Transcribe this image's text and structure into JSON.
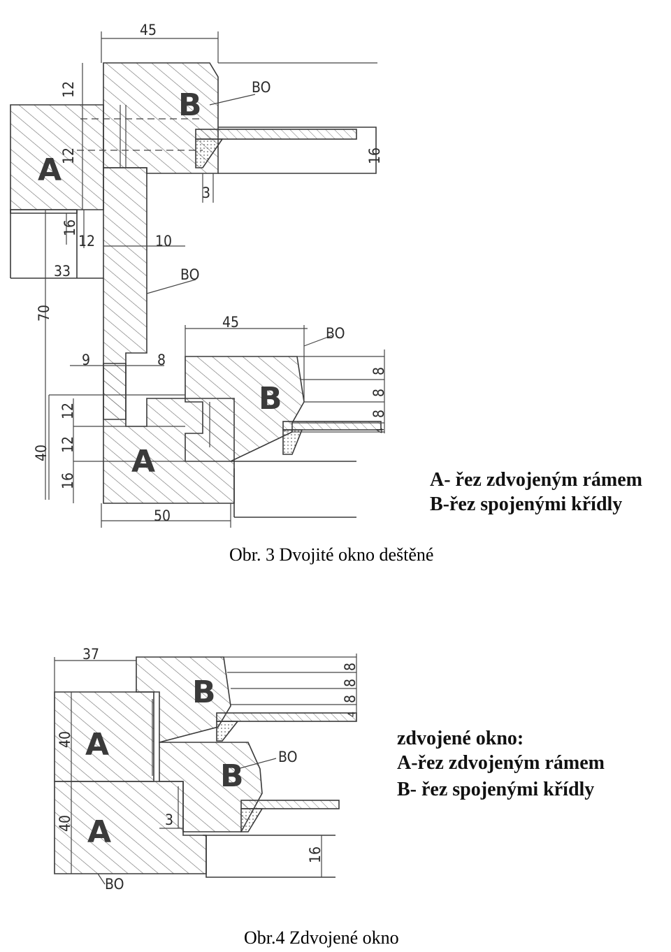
{
  "fig3": {
    "caption": "Obr. 3 Dvojité okno deštěné",
    "legend": [
      "A- řez zdvojeným rámem",
      "B-řez spojenými křídly"
    ],
    "regions": {
      "a_upper": "A",
      "b_upper": "B",
      "a_lower": "A",
      "b_lower": "B"
    },
    "dims": {
      "top_45": "45",
      "left_12a": "12",
      "left_12b": "12",
      "right_16": "16",
      "small_3": "3",
      "left_16": "16",
      "left_12c": "12",
      "d_10": "10",
      "d_33": "33",
      "d_70": "70",
      "lower_45": "45",
      "d_9": "9",
      "d_8": "8",
      "right_8a": "8",
      "right_8b": "8",
      "right_8c": "8",
      "right_4": "4",
      "left_40": "40",
      "lower_12a": "12",
      "lower_12b": "12",
      "lower_16": "16",
      "bottom_50": "50"
    },
    "bo_labels": [
      "BO",
      "BO",
      "BO"
    ]
  },
  "fig4": {
    "caption": "Obr.4 Zdvojené okno",
    "legend": [
      "zdvojené okno:",
      "A-řez zdvojeným rámem",
      "B- řez spojenými křídly"
    ],
    "regions": {
      "a_upper": "A",
      "b_upper": "B",
      "a_lower": "A",
      "b_lower": "B"
    },
    "dims": {
      "top_37": "37",
      "right_8a": "8",
      "right_8b": "8",
      "right_8c": "8",
      "right_4": "4",
      "left_40a": "40",
      "left_40b": "40",
      "small_3": "3",
      "right_16": "16"
    },
    "bo_labels": [
      "BO",
      "BO"
    ]
  }
}
